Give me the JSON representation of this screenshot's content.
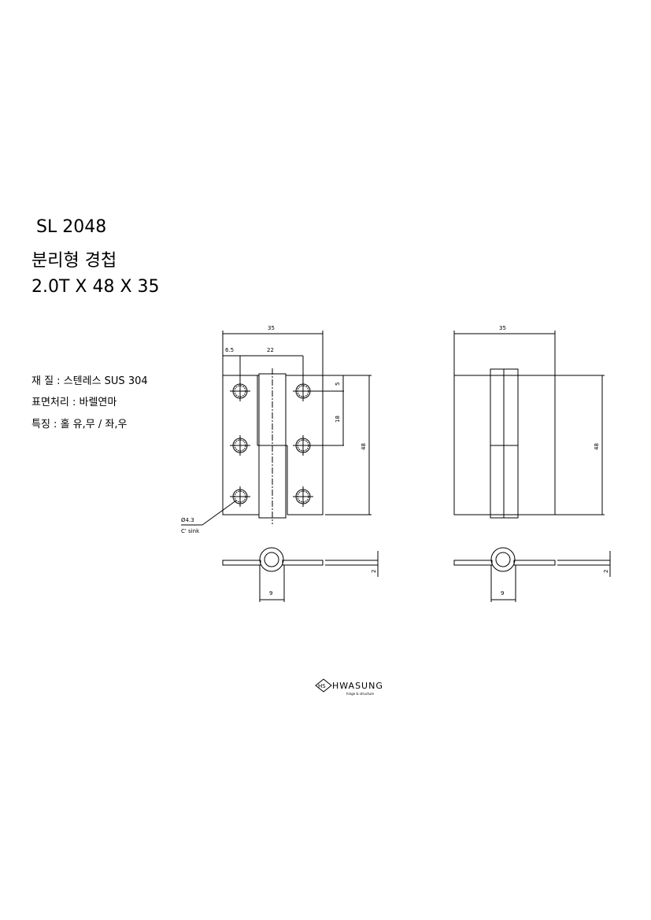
{
  "title": {
    "model": "SL 2048",
    "name": "분리형 경첩",
    "size": "2.0T X 48 X 35"
  },
  "specs": [
    "재 질 : 스텐레스 SUS 304",
    "표면처리 : 바렐연마",
    "특징 : 홀 유,무 / 좌,우"
  ],
  "dims": {
    "width": "35",
    "edge_offset": "6.5",
    "hole_spacing_x": "22",
    "top_offset": "5",
    "hole_spacing_y": "18",
    "height": "48",
    "knuckle_dia": "9",
    "thickness": "2",
    "hole_dia": "Ø4.3",
    "hole_type": "C' sink"
  },
  "logo": {
    "mark": "HS",
    "brand": "HWASUNG",
    "tagline": "hinge & structure"
  }
}
